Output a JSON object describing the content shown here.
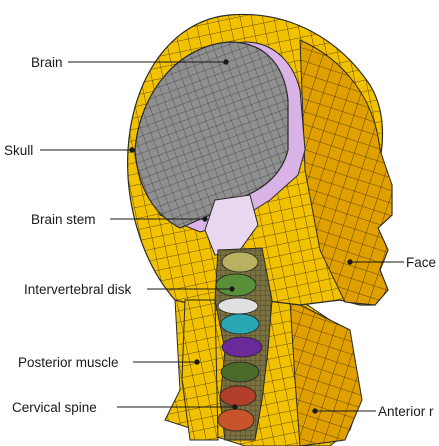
{
  "labels": {
    "brain": "Brain",
    "skull": "Skull",
    "brain_stem": "Brain stem",
    "face": "Face",
    "intervertebral_disk": "Intervertebral disk",
    "posterior_muscle": "Posterior muscle",
    "cervical_spine": "Cervical spine",
    "anterior": "Anterior r"
  },
  "colors": {
    "skin_mesh": "#f2c200",
    "skin_dark": "#d99a00",
    "brain": "#8c8c8c",
    "csf": "#d9b3e6",
    "mesh_line": "#2a2a2a",
    "leader": "#1a1a1a"
  }
}
